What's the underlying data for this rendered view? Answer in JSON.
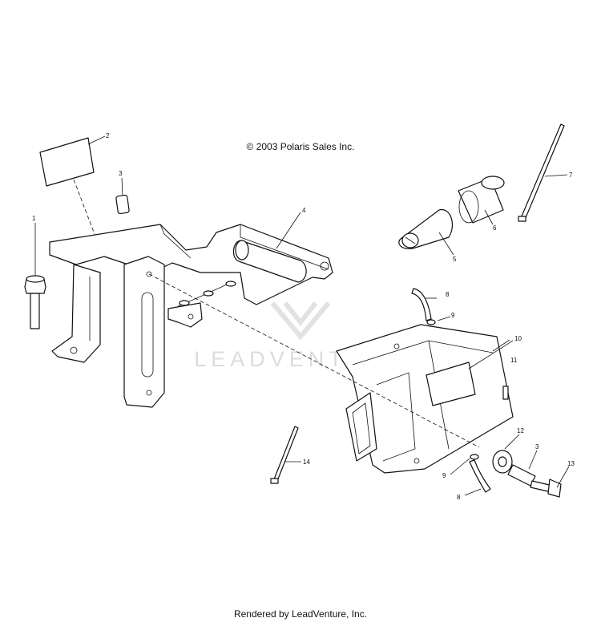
{
  "header": {
    "copyright": "© 2003 Polaris Sales Inc."
  },
  "footer": {
    "rendered_by": "Rendered by LeadVenture, Inc."
  },
  "watermark": {
    "text": "LEADVENTURE"
  },
  "callouts": [
    {
      "id": "c1",
      "label": "1"
    },
    {
      "id": "c2",
      "label": "2"
    },
    {
      "id": "c3a",
      "label": "3"
    },
    {
      "id": "c4",
      "label": "4"
    },
    {
      "id": "c5",
      "label": "5"
    },
    {
      "id": "c6",
      "label": "6"
    },
    {
      "id": "c7",
      "label": "7"
    },
    {
      "id": "c8a",
      "label": "8"
    },
    {
      "id": "c9a",
      "label": "9"
    },
    {
      "id": "c10",
      "label": "10"
    },
    {
      "id": "c11",
      "label": "11"
    },
    {
      "id": "c12",
      "label": "12"
    },
    {
      "id": "c3b",
      "label": "3"
    },
    {
      "id": "c13",
      "label": "13"
    },
    {
      "id": "c9b",
      "label": "9"
    },
    {
      "id": "c8b",
      "label": "8"
    },
    {
      "id": "c14",
      "label": "14"
    }
  ]
}
